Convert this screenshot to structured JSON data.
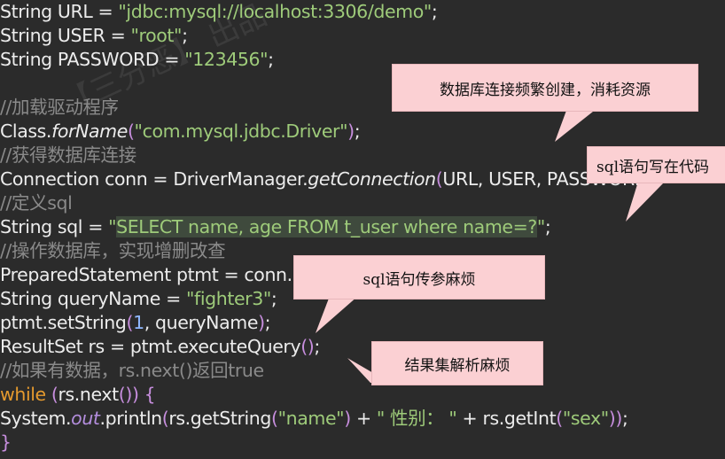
{
  "code_lines": [
    {
      "segments": [
        {
          "t": "String URL = "
        },
        {
          "t": "\"jdbc:mysql://localhost:3306/demo\"",
          "c": "str"
        },
        {
          "t": ";"
        }
      ]
    },
    {
      "segments": [
        {
          "t": "String USER = "
        },
        {
          "t": "\"root\"",
          "c": "str"
        },
        {
          "t": ";"
        }
      ]
    },
    {
      "segments": [
        {
          "t": "String PASSWORD = "
        },
        {
          "t": "\"123456\"",
          "c": "str"
        },
        {
          "t": ";"
        }
      ]
    },
    {
      "segments": [
        {
          "t": ""
        }
      ]
    },
    {
      "segments": [
        {
          "t": "//加载驱动程序",
          "c": "cmt"
        }
      ]
    },
    {
      "segments": [
        {
          "t": "Class."
        },
        {
          "t": "forName",
          "c": "ital"
        },
        {
          "t": "(",
          "c": "paren"
        },
        {
          "t": "\"com.mysql.jdbc.Driver\"",
          "c": "str"
        },
        {
          "t": ")",
          "c": "paren"
        },
        {
          "t": ";"
        }
      ]
    },
    {
      "segments": [
        {
          "t": "//获得数据库连接",
          "c": "cmt"
        }
      ]
    },
    {
      "segments": [
        {
          "t": "Connection conn = DriverManager."
        },
        {
          "t": "getConnection",
          "c": "ital"
        },
        {
          "t": "(",
          "c": "paren"
        },
        {
          "t": "URL, USER, PASSWORD"
        },
        {
          "t": ")",
          "c": "paren"
        },
        {
          "t": ";"
        }
      ]
    },
    {
      "segments": [
        {
          "t": "//定义sql",
          "c": "cmt"
        }
      ]
    },
    {
      "segments": [
        {
          "t": "String sql = "
        },
        {
          "t": "\"",
          "c": "str"
        },
        {
          "t": "SELECT name, age FROM t_user where name=?",
          "c": "str hl"
        },
        {
          "t": "\"",
          "c": "str"
        },
        {
          "t": ";"
        }
      ]
    },
    {
      "segments": [
        {
          "t": "//操作数据库，实现增删改查",
          "c": "cmt"
        }
      ]
    },
    {
      "segments": [
        {
          "t": "PreparedStatement ptmt = conn.prepareStatement(sql);"
        }
      ]
    },
    {
      "segments": [
        {
          "t": "String queryName = "
        },
        {
          "t": "\"fighter3\"",
          "c": "str"
        },
        {
          "t": ";"
        }
      ]
    },
    {
      "segments": [
        {
          "t": "ptmt.setString"
        },
        {
          "t": "(",
          "c": "paren"
        },
        {
          "t": "1",
          "c": "num"
        },
        {
          "t": ", queryName"
        },
        {
          "t": ")",
          "c": "paren"
        },
        {
          "t": ";"
        }
      ]
    },
    {
      "segments": [
        {
          "t": "ResultSet rs = ptmt.executeQuery"
        },
        {
          "t": "()",
          "c": "paren"
        },
        {
          "t": ";"
        }
      ]
    },
    {
      "segments": [
        {
          "t": "//如果有数据，rs.next()返回true",
          "c": "cmt"
        }
      ]
    },
    {
      "segments": [
        {
          "t": "while",
          "c": "kw"
        },
        {
          "t": " "
        },
        {
          "t": "(",
          "c": "paren"
        },
        {
          "t": "rs.next"
        },
        {
          "t": "())",
          "c": "paren"
        },
        {
          "t": " "
        },
        {
          "t": "{",
          "c": "paren"
        }
      ]
    },
    {
      "segments": [
        {
          "t": "System."
        },
        {
          "t": "out",
          "c": "field"
        },
        {
          "t": ".println"
        },
        {
          "t": "(",
          "c": "paren"
        },
        {
          "t": "rs.getString"
        },
        {
          "t": "(",
          "c": "paren"
        },
        {
          "t": "\"name\"",
          "c": "str"
        },
        {
          "t": ")",
          "c": "paren"
        },
        {
          "t": " + "
        },
        {
          "t": "\" 性别： \"",
          "c": "str"
        },
        {
          "t": " + rs.getInt"
        },
        {
          "t": "(",
          "c": "paren"
        },
        {
          "t": "\"sex\"",
          "c": "str"
        },
        {
          "t": "))",
          "c": "paren"
        },
        {
          "t": ";"
        }
      ]
    },
    {
      "segments": [
        {
          "t": "}",
          "c": "paren"
        }
      ]
    }
  ],
  "callouts": {
    "c1": "数据库连接频繁创建，消耗资源",
    "c2": "sql语句写在代码",
    "c3": "sql语句传参麻烦",
    "c4": "结果集解析麻烦"
  },
  "watermark": "【三分恶】 出品",
  "colors": {
    "background": "#2b2b2b",
    "string": "#9ecb7a",
    "comment": "#8a8a8a",
    "keyword": "#e59a2e",
    "callout": "#fbd0d3"
  }
}
